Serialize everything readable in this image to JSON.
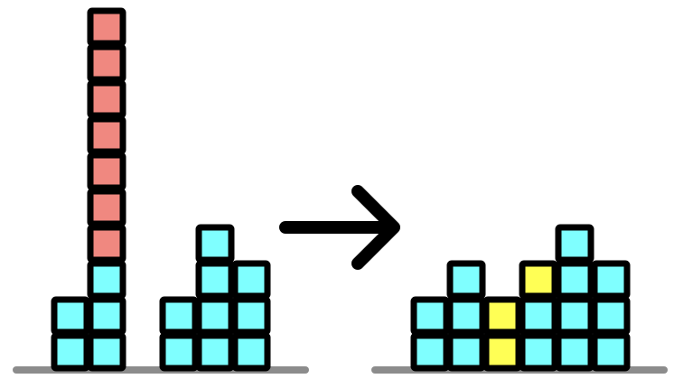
{
  "colors": {
    "background": "#ffffff",
    "outline": "#000000",
    "ground": "#8c8c8c",
    "cyan": "#7fffff",
    "red": "#f08880",
    "yellow": "#ffff55"
  },
  "before": {
    "columns": [
      [
        "cyan",
        "cyan"
      ],
      [
        "cyan",
        "cyan",
        "cyan",
        "red",
        "red",
        "red",
        "red",
        "red",
        "red",
        "red"
      ],
      [],
      [
        "cyan",
        "cyan"
      ],
      [
        "cyan",
        "cyan",
        "cyan",
        "cyan"
      ],
      [
        "cyan",
        "cyan",
        "cyan"
      ]
    ]
  },
  "after": {
    "columns": [
      [
        "cyan",
        "cyan"
      ],
      [
        "cyan",
        "cyan",
        "cyan"
      ],
      [
        "yellow",
        "yellow"
      ],
      [
        "cyan",
        "cyan",
        "yellow"
      ],
      [
        "cyan",
        "cyan",
        "cyan",
        "cyan"
      ],
      [
        "cyan",
        "cyan",
        "cyan"
      ]
    ]
  },
  "arrow": {
    "icon": "right-arrow-icon"
  }
}
